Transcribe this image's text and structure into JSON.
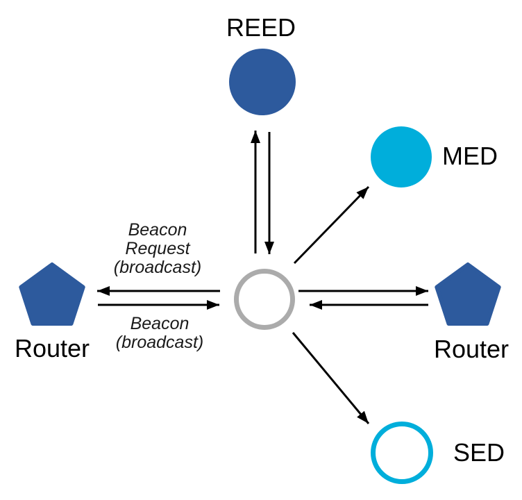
{
  "diagram": {
    "description": "Network joining diagram with a central joining device exchanging beacons with routers and end devices",
    "nodes": {
      "reed": {
        "label": "REED",
        "shape": "circle",
        "fill": "#2d5a9d"
      },
      "med": {
        "label": "MED",
        "shape": "circle",
        "fill": "#00aedb"
      },
      "sed": {
        "label": "SED",
        "shape": "circle",
        "fill": "#ffffff",
        "stroke": "#00aedb"
      },
      "router_left": {
        "label": "Router",
        "shape": "pentagon",
        "fill": "#2d5a9d"
      },
      "router_right": {
        "label": "Router",
        "shape": "pentagon",
        "fill": "#2d5a9d"
      },
      "joiner": {
        "label": "",
        "shape": "circle",
        "fill": "#ffffff",
        "stroke": "#ababab"
      }
    },
    "messages": {
      "beacon_request": "Beacon\nRequest\n(broadcast)",
      "beacon": "Beacon\n(broadcast)"
    },
    "colors": {
      "arrow": "#000000",
      "dark_blue": "#2d5a9d",
      "cyan": "#00aedb",
      "gray": "#ababab"
    }
  }
}
